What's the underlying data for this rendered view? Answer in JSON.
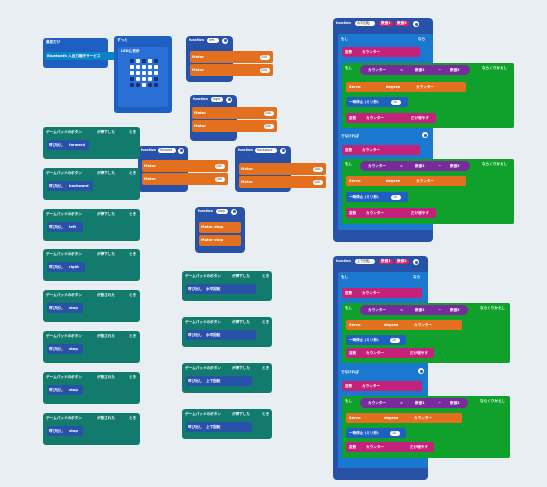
{
  "on_start": {
    "label": "最初だけ",
    "statement": "Bluetooth 入出力端子サービス"
  },
  "forever": {
    "label": "ずっと",
    "statement": "LEDに表示"
  },
  "gamepad": {
    "when": "ゲームパッドのボタン",
    "pressed": "が押下した",
    "released": "が放された",
    "suffix": "とき",
    "call": "呼び出し"
  },
  "funcs": {
    "function_label": "function",
    "left": "left",
    "right": "right",
    "forward": "forward",
    "backward": "backward",
    "stop": "stop",
    "sethorizon": "水平回転",
    "setvertical": "上下回転",
    "motor": "Motor",
    "dir": "dir",
    "speed": "speed",
    "stop_cmd": "Motor stop",
    "num_250": "250",
    "num_100": "100"
  },
  "big1": {
    "fname": "水平回転",
    "p1": "数値1",
    "p2": "数値2",
    "if": "もし",
    "then": "なら",
    "else": "でなければ",
    "var_set": "変数",
    "counter": "カウンター",
    "repeat_label": "ならくりかえし",
    "servo": "Servo",
    "degree": "degree",
    "pause": "一時停止 (ミリ秒)",
    "change": "だけ増やす",
    "gt": ">",
    "lt": "<",
    "minus": "−",
    "plus": "+",
    "val_10": "10",
    "val_1": "1",
    "val_neg1": "-1"
  },
  "big2": {
    "fname": "上下回転"
  }
}
